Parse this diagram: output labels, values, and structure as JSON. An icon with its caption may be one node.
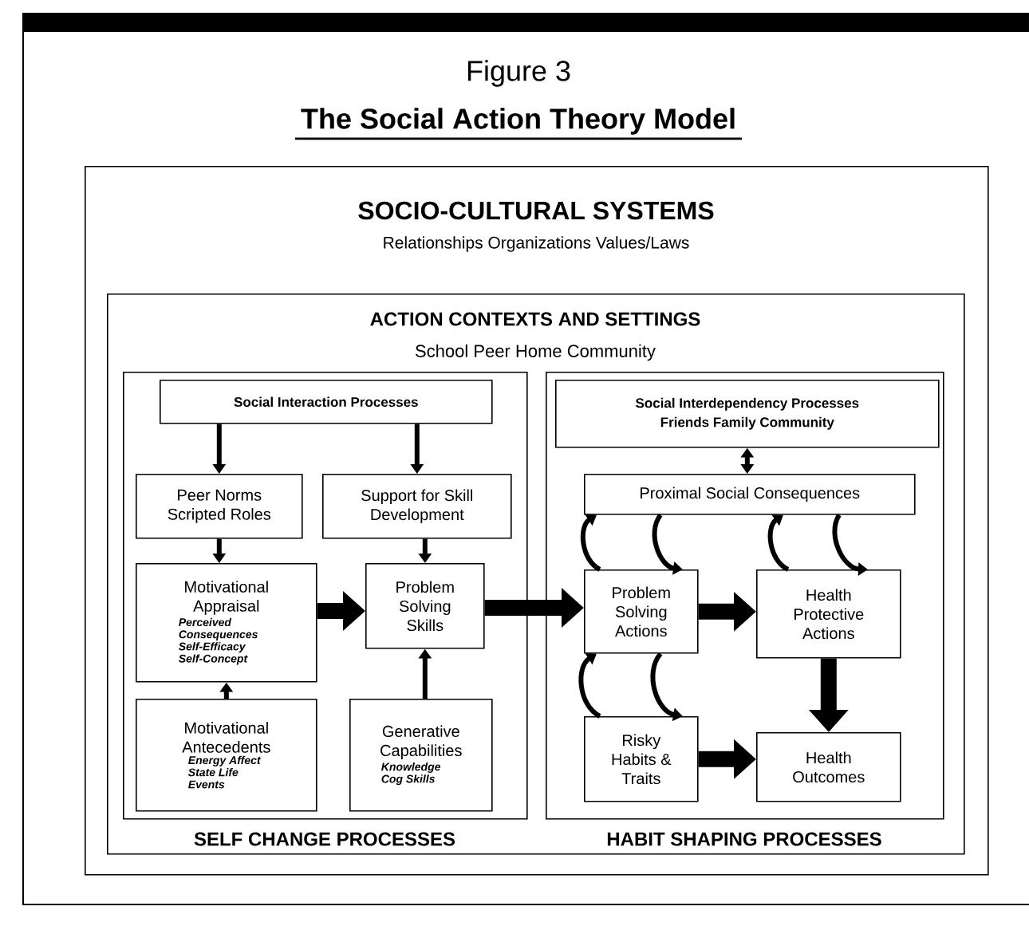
{
  "diagram": {
    "title": "The Social Action Theory Model",
    "labels": [
      "Figure 3"
    ],
    "nodes": [
      {
        "text": [
          "SOCIO-CULTURAL SYSTEMS",
          "Relationships Organizations Values/Laws"
        ]
      },
      {
        "text": [
          "ACTION CONTEXTS AND SETTINGS",
          "School Peer Home Community"
        ],
        "in": 0
      },
      {
        "text": [
          "SELF CHANGE PROCESSES"
        ],
        "in": 1
      },
      {
        "text": [
          "HABIT SHAPING PROCESSES"
        ],
        "in": 1
      },
      {
        "text": [
          "Social Interaction Processes"
        ],
        "in": 2
      },
      {
        "text": [
          "Peer Norms Scripted Roles"
        ],
        "in": 2
      },
      {
        "text": [
          "Support for Skill Development"
        ],
        "in": 2
      },
      {
        "text": [
          "Motivational Appraisal",
          "Perceived Consequences Self-Efficacy Self-Concept"
        ],
        "in": 2
      },
      {
        "text": [
          "Problem Solving Skills"
        ],
        "in": 2
      },
      {
        "text": [
          "Motivational Antecedents",
          "Energy Affect State Life Events"
        ],
        "in": 2
      },
      {
        "text": [
          "Generative Capabilities",
          "Knowledge Cog Skills"
        ],
        "in": 2
      },
      {
        "text": [
          "Social Interdependency Processes",
          "Friends Family Community"
        ],
        "in": 3
      },
      {
        "text": [
          "Proximal Social Consequences"
        ],
        "in": 3
      },
      {
        "text": [
          "Problem Solving Actions"
        ],
        "in": 3
      },
      {
        "text": [
          "Health Protective Actions"
        ],
        "in": 3
      },
      {
        "text": [
          "Risky Habits & Traits"
        ],
        "in": 3
      },
      {
        "text": [
          "Health Outcomes"
        ],
        "in": 3
      }
    ],
    "edges": [
      {
        "from": 4,
        "to": 5,
        "arrow": "to"
      },
      {
        "from": 4,
        "to": 6,
        "arrow": "to"
      },
      {
        "from": 5,
        "to": 7,
        "arrow": "to"
      },
      {
        "from": 6,
        "to": 8,
        "arrow": "to"
      },
      {
        "from": 9,
        "to": 7,
        "arrow": "to"
      },
      {
        "from": 10,
        "to": 8,
        "arrow": "to"
      },
      {
        "from": 7,
        "to": 8,
        "arrow": "to",
        "style": "thick"
      },
      {
        "from": 8,
        "to": 13,
        "arrow": "to",
        "style": "thick"
      },
      {
        "from": 11,
        "to": 12,
        "arrow": "both"
      },
      {
        "from": 13,
        "to": 12,
        "arrow": "to"
      },
      {
        "from": 12,
        "to": 13,
        "arrow": "to"
      },
      {
        "from": 14,
        "to": 12,
        "arrow": "to"
      },
      {
        "from": 12,
        "to": 14,
        "arrow": "to"
      },
      {
        "from": 15,
        "to": 13,
        "arrow": "to"
      },
      {
        "from": 13,
        "to": 15,
        "arrow": "to"
      },
      {
        "from": 13,
        "to": 14,
        "arrow": "to",
        "style": "thick"
      },
      {
        "from": 14,
        "to": 16,
        "arrow": "to",
        "style": "thick"
      },
      {
        "from": 15,
        "to": 16,
        "arrow": "to",
        "style": "thick"
      }
    ]
  }
}
